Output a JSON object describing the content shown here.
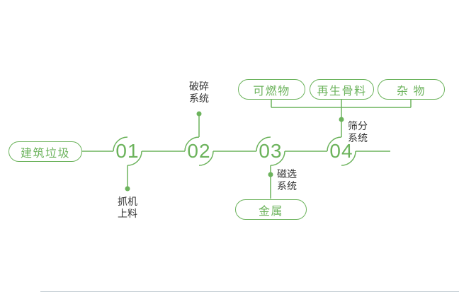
{
  "diagram": {
    "source_label": "建筑垃圾",
    "steps": [
      {
        "number": "01",
        "label": [
          "抓机",
          "上料"
        ]
      },
      {
        "number": "02",
        "label": [
          "破碎",
          "系统"
        ]
      },
      {
        "number": "03",
        "label": [
          "磁选",
          "系统"
        ]
      },
      {
        "number": "04",
        "label": [
          "筛分",
          "系统"
        ]
      }
    ],
    "top_outputs": [
      {
        "label": "可燃物"
      },
      {
        "label": "再生骨料"
      },
      {
        "label": "杂 物"
      }
    ],
    "metal_output": {
      "label": "金属"
    }
  },
  "colors": {
    "accent_green": "#6cb35c",
    "label_text": "#333333",
    "background": "#ffffff",
    "bottom_divider": "#ccd4da"
  }
}
